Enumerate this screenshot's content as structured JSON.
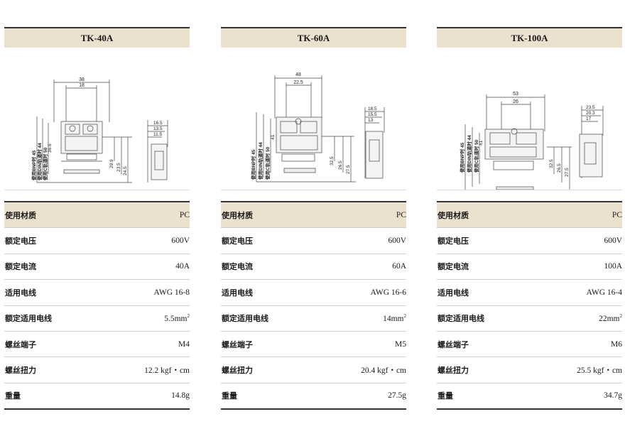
{
  "columns": [
    {
      "model": "TK-40A",
      "dims": {
        "w1": "38",
        "w2": "18",
        "s1": "16.5",
        "s2": "13.5",
        "s3": "11.5",
        "v1": "36.6",
        "v2": "29.9",
        "v3": "23.5",
        "v4": "24.5",
        "r1": "使用BNP时 45",
        "r2": "使用DIN轨道时 44",
        "r3": "使用C轨道时 50"
      },
      "specs": {
        "material": "PC",
        "voltage": "600V",
        "current": "40A",
        "wire": "AWG 16-8",
        "rated_wire": "5.5mm",
        "rated_wire_sup": "2",
        "screw": "M4",
        "torque": "12.2 kgf・cm",
        "weight": "14.8g"
      }
    },
    {
      "model": "TK-60A",
      "dims": {
        "w1": "48",
        "w2": "22.5",
        "s1": "18.5",
        "s2": "15.5",
        "s3": "13",
        "v1": "41",
        "v2": "32.5",
        "v3": "26.5",
        "v4": "27.5",
        "r1": "使用BNP时 45",
        "r2": "使用DIN轨道时 44",
        "r3": "使用C轨道时 50"
      },
      "specs": {
        "material": "PC",
        "voltage": "600V",
        "current": "60A",
        "wire": "AWG 16-6",
        "rated_wire": "14mm",
        "rated_wire_sup": "2",
        "screw": "M5",
        "torque": "20.4 kgf・cm",
        "weight": "27.5g"
      }
    },
    {
      "model": "TK-100A",
      "dims": {
        "w1": "53",
        "w2": "26",
        "s1": "23.5",
        "s2": "20.3",
        "s3": "17",
        "v1": "41",
        "v2": "32.5",
        "v3": "26.5",
        "v4": "27.5",
        "r1": "使用BNP时 45",
        "r2": "使用DIN轨道时 44",
        "r3": "使用C轨道时 50"
      },
      "specs": {
        "material": "PC",
        "voltage": "600V",
        "current": "100A",
        "wire": "AWG 16-4",
        "rated_wire": "22mm",
        "rated_wire_sup": "2",
        "screw": "M6",
        "torque": "25.5 kgf・cm",
        "weight": "34.7g"
      }
    }
  ],
  "labels": {
    "material": "使用材质",
    "voltage": "额定电压",
    "current": "额定电流",
    "wire": "适用电线",
    "rated_wire": "额定适用电线",
    "screw": "螺丝端子",
    "torque": "螺丝扭力",
    "weight": "重量"
  }
}
